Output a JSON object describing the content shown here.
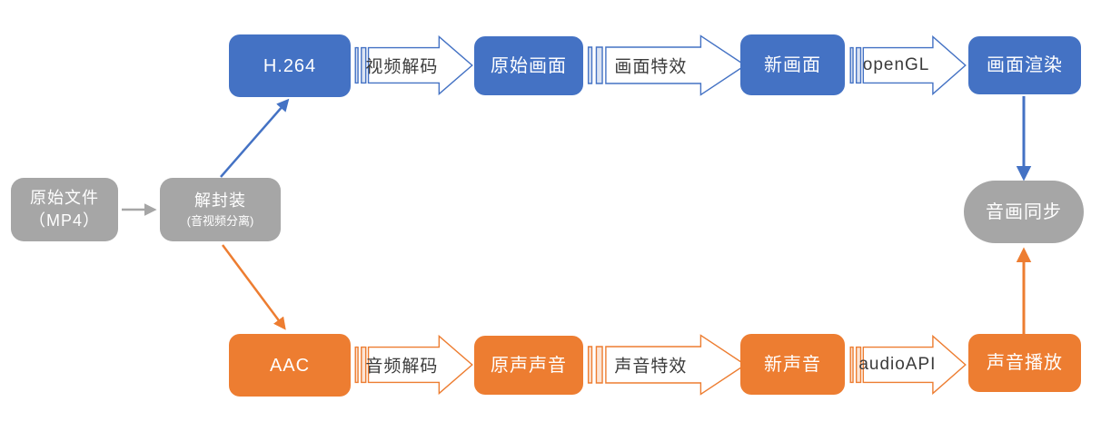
{
  "colors": {
    "blue": "#4472C4",
    "orange": "#ED7D31",
    "gray": "#A6A6A6",
    "blue_light": "#DAE3F3",
    "orange_light": "#FCE4D4",
    "arrow_body_fill": "#FFFFFF",
    "label_text": "#3B3B3B",
    "node_text": "#FFFFFF",
    "background": "#FFFFFF"
  },
  "source": {
    "file_box": {
      "line1": "原始文件",
      "line2": "（MP4）"
    },
    "demux_box": {
      "line1": "解封装",
      "line2": "(音视频分离)"
    }
  },
  "video_row": {
    "nodes": [
      {
        "label": "H.264"
      },
      {
        "label": "原始画面"
      },
      {
        "label": "新画面"
      },
      {
        "label": "画面渲染"
      }
    ],
    "arrows": [
      {
        "label": "视频解码"
      },
      {
        "label": "画面特效"
      },
      {
        "label": "openGL"
      }
    ]
  },
  "audio_row": {
    "nodes": [
      {
        "label": "AAC"
      },
      {
        "label": "原声声音"
      },
      {
        "label": "新声音"
      },
      {
        "label": "声音播放"
      }
    ],
    "arrows": [
      {
        "label": "音频解码"
      },
      {
        "label": "声音特效"
      },
      {
        "label": "audioAPI"
      }
    ]
  },
  "sync_box": {
    "label": "音画同步"
  }
}
